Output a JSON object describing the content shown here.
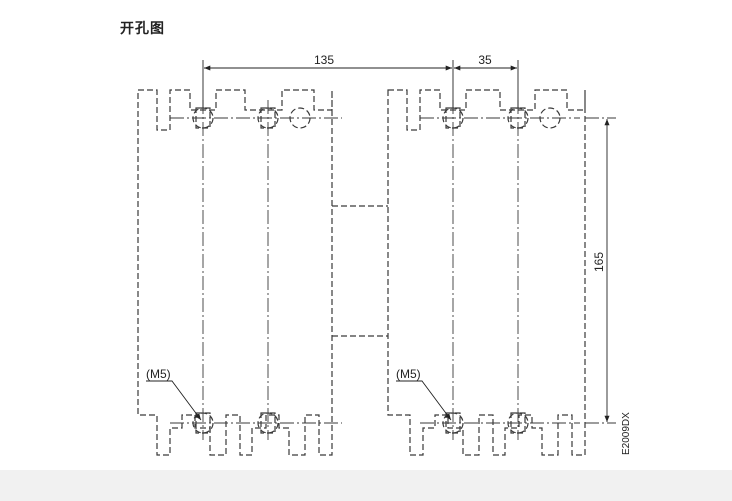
{
  "title": "开孔图",
  "dimensions": {
    "width_pole_spacing": "135",
    "width_pole_pitch": "35",
    "height_hole_spacing": "165"
  },
  "labels": {
    "thread_left": "(M5)",
    "thread_right": "(M5)",
    "drawing_code": "E2009DX"
  },
  "colors": {
    "line": "#3a3a3a",
    "text": "#222222"
  }
}
